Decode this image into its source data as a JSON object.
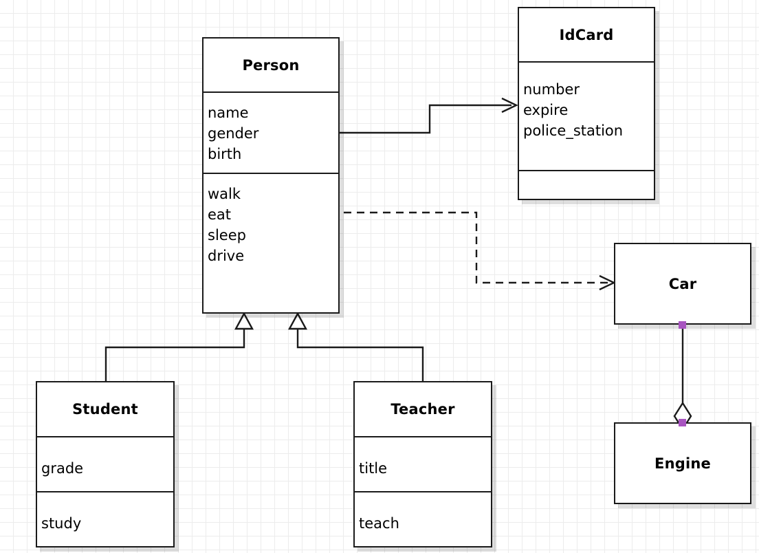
{
  "diagram": {
    "type": "uml-class-diagram",
    "background": "#ffffff",
    "grid_color": "#ececec",
    "line_color": "#1a1a1a",
    "handle_color": "#a855c0"
  },
  "classes": {
    "person": {
      "name": "Person",
      "attributes": [
        "name",
        "gender",
        "birth"
      ],
      "methods": [
        "walk",
        "eat",
        "sleep",
        "drive"
      ]
    },
    "idcard": {
      "name": "IdCard",
      "attributes": [
        "number",
        "expire",
        "police_station"
      ],
      "methods": []
    },
    "student": {
      "name": "Student",
      "attributes": [
        "grade"
      ],
      "methods": [
        "study"
      ]
    },
    "teacher": {
      "name": "Teacher",
      "attributes": [
        "title"
      ],
      "methods": [
        "teach"
      ]
    },
    "car": {
      "name": "Car",
      "attributes": [],
      "methods": []
    },
    "engine": {
      "name": "Engine",
      "attributes": [],
      "methods": []
    }
  },
  "relations": [
    {
      "id": "person-idcard",
      "kind": "association",
      "style": "solid",
      "arrowhead": "open",
      "from": "Person",
      "to": "IdCard"
    },
    {
      "id": "person-car",
      "kind": "dependency",
      "style": "dashed",
      "arrowhead": "open",
      "from": "Person",
      "to": "Car"
    },
    {
      "id": "student-person",
      "kind": "generalization",
      "style": "solid",
      "arrowhead": "hollow-triangle",
      "from": "Student",
      "to": "Person"
    },
    {
      "id": "teacher-person",
      "kind": "generalization",
      "style": "solid",
      "arrowhead": "hollow-triangle",
      "from": "Teacher",
      "to": "Person"
    },
    {
      "id": "car-engine",
      "kind": "aggregation",
      "style": "solid",
      "arrowhead": "hollow-diamond",
      "from": "Car",
      "to": "Engine"
    }
  ]
}
